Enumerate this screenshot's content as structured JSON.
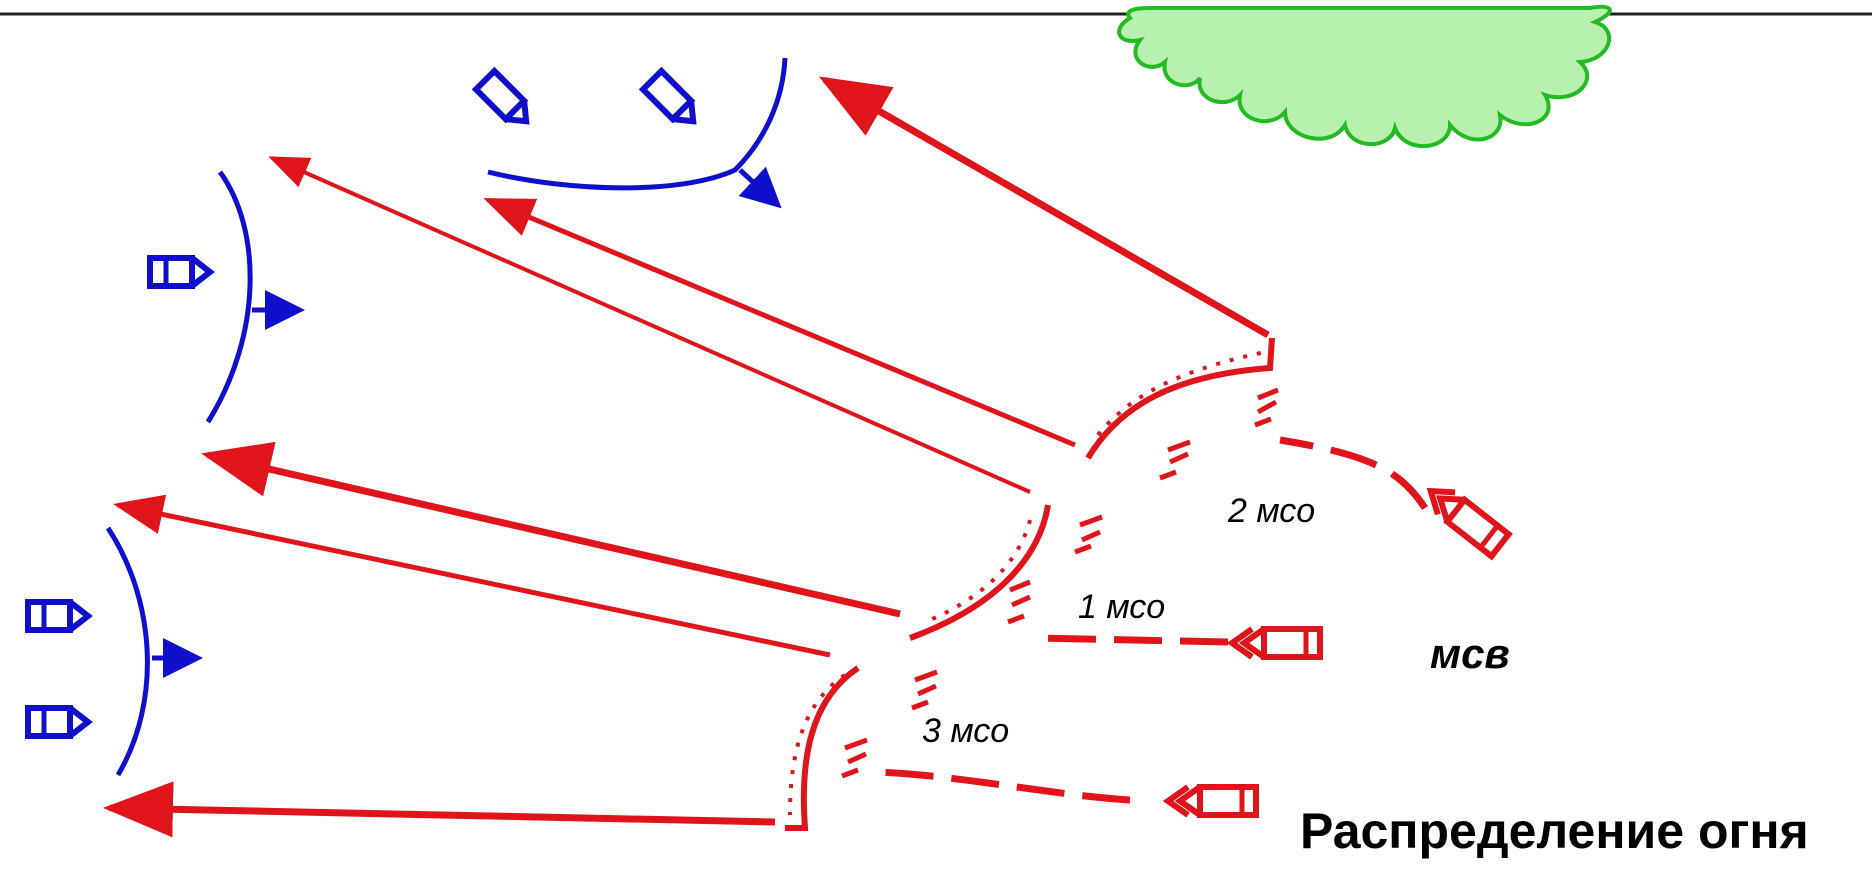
{
  "colors": {
    "own": "#e0141b",
    "enemy": "#1010cc",
    "forest_fill": "#b8f0b0",
    "forest_stroke": "#22bb22",
    "border": "#222222"
  },
  "labels": {
    "squad_2": "2 мсо",
    "squad_1": "1 мсо",
    "squad_3": "3 мсо",
    "platoon": "мсв",
    "title": "Распределение огня"
  },
  "icons": {
    "forest": "forest-area-icon",
    "enemy_vehicle": "enemy-vehicle-icon",
    "own_vehicle": "bmp-vehicle-icon",
    "trench": "trench-position-icon",
    "fire_arrow": "fire-direction-arrow"
  }
}
